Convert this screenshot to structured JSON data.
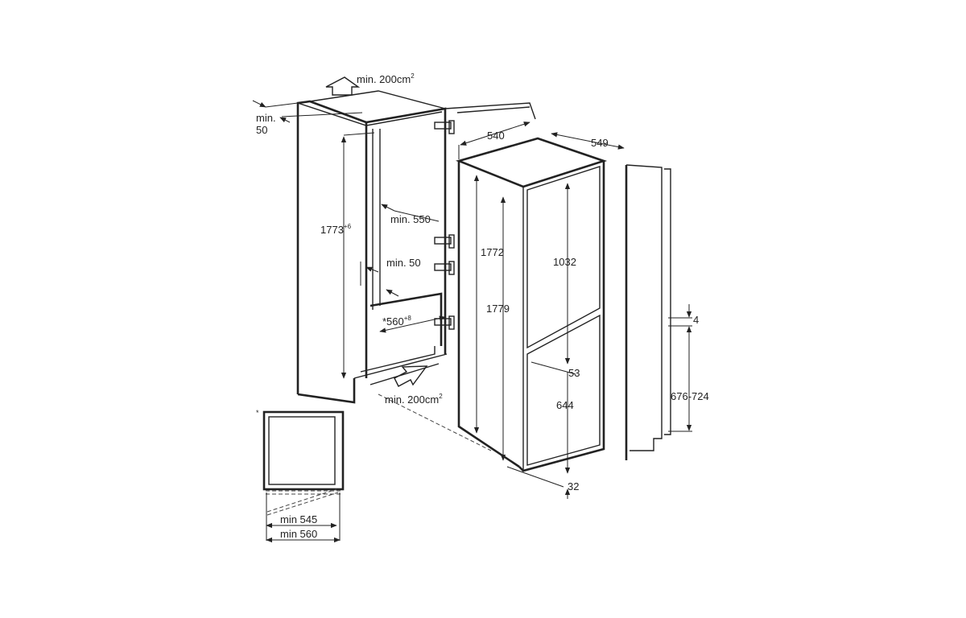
{
  "labels": {
    "top_vent": "min. 200cm",
    "top_vent_sup": "2",
    "gap_min": "min.",
    "gap_50": "50",
    "niche_height": "1773",
    "niche_height_sup": "+6",
    "depth_min_550": "min. 550",
    "depth_min_50": "min. 50",
    "niche_width": "*560",
    "niche_width_sup": "+8",
    "bottom_vent": "min. 200cm",
    "bottom_vent_sup": "2",
    "width_540": "540",
    "depth_549": "549",
    "height_1772": "1772",
    "height_1779": "1779",
    "upper_door_1032": "1032",
    "gap_53": "53",
    "lower_door_644": "644",
    "bottom_32": "32",
    "door_gap_4": "4",
    "door_range": "676-724",
    "asterisk": "*",
    "min_545": "min 545",
    "min_560": "min 560"
  }
}
